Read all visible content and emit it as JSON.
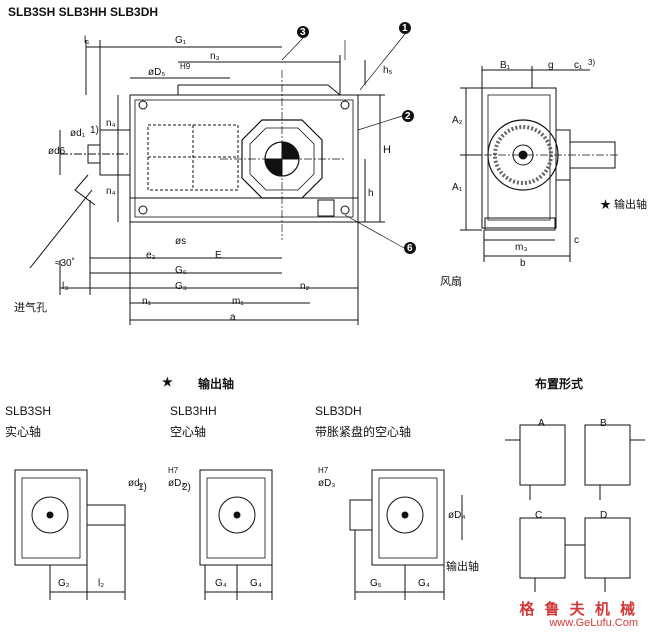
{
  "header": {
    "title": "SLB3SH  SLB3HH  SLB3DH"
  },
  "top_dims": {
    "l1": "l₁",
    "G1": "G₁",
    "n3": "n₃",
    "D5": "øD₅",
    "D5_tol": "H9",
    "h5": "h₅",
    "n4_top": "n₄",
    "n4_bot": "n₄",
    "H": "H",
    "h": "h",
    "d1": "ød₁",
    "d1_note": "1)",
    "d6": "ød6",
    "s": "øs",
    "e3": "e₃",
    "E": "E",
    "G6": "G₆",
    "G3": "G₃",
    "l3": "l₃",
    "n2": "n₂",
    "n1": "n₁",
    "m1": "m₁",
    "a": "a",
    "angle": "≈30˚",
    "inlet": "进气孔"
  },
  "side_dims": {
    "B1": "B₁",
    "g": "g",
    "c1": "c₁",
    "c1_note": "3)",
    "A2": "A₂",
    "A1": "A₁",
    "m3": "m₃",
    "b": "b",
    "c": "c",
    "output_shaft": "★ 输出轴",
    "fan": "风扇"
  },
  "section_bottom": {
    "star": "★",
    "title": "输出轴",
    "layout_title": "布置形式"
  },
  "variants": [
    {
      "code": "SLB3SH",
      "desc": "实心轴"
    },
    {
      "code": "SLB3HH",
      "desc": "空心轴"
    },
    {
      "code": "SLB3DH",
      "desc": "带胀紧盘的空心轴"
    }
  ],
  "variant_dims": {
    "d2": "ød₂",
    "d2_note": "1)",
    "G2": "G₂",
    "l2": "l₂",
    "D2": "øD₂",
    "D2_tol": "H7",
    "D2_note": "2)",
    "G4a": "G₄",
    "G4b": "G₄",
    "D3": "øD₃",
    "D3_tol": "H7",
    "D4": "øD₄",
    "G5": "G₅",
    "G4c": "G₄",
    "output": "输出轴"
  },
  "layouts": [
    "A",
    "B",
    "C",
    "D"
  ],
  "callouts": [
    "1",
    "3",
    "2",
    "6"
  ],
  "watermark": {
    "cn": "格 鲁 夫 机 械",
    "url": "www.GeLufu.Com"
  }
}
